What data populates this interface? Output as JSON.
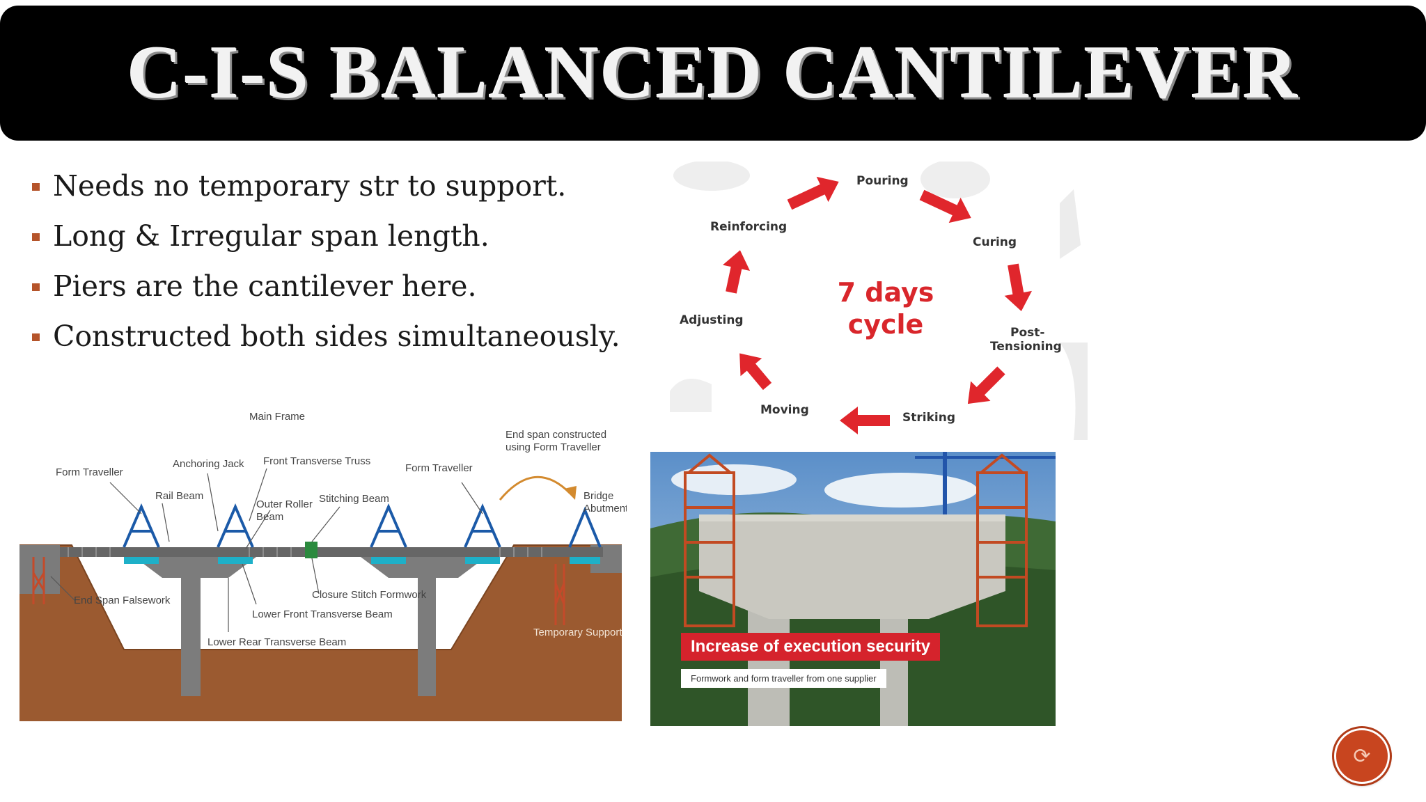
{
  "slide": {
    "title": "C-I-S BALANCED CANTILEVER",
    "bullets": [
      "Needs no temporary str to support.",
      "Long & Irregular span length.",
      "Piers are the cantilever here.",
      "Constructed both sides simultaneously."
    ]
  },
  "cycle_diagram": {
    "center_line1": "7 days",
    "center_line2": "cycle",
    "steps": [
      "Pouring",
      "Curing",
      "Post-",
      "Tensioning",
      "Striking",
      "Moving",
      "Adjusting",
      "Reinforcing"
    ],
    "accent_color": "#d9262b"
  },
  "bridge_diagram": {
    "labels": [
      "Main Frame",
      "Form Traveller",
      "Anchoring Jack",
      "Front Transverse Truss",
      "Form Traveller",
      "End span constructed",
      "using Form Traveller",
      "Rail Beam",
      "Outer Roller",
      "Beam",
      "Stitching Beam",
      "Bridge",
      "Abutment",
      "End Span Falsework",
      "Closure Stitch Formwork",
      "Lower Front Transverse Beam",
      "Lower Rear Transverse Beam",
      "Temporary Support"
    ]
  },
  "photo": {
    "banner": "Increase of execution security",
    "subtitle": "Formwork and form traveller from one supplier"
  },
  "nav": {
    "icon": "slide-nav-icon",
    "color": "#c8451f"
  }
}
